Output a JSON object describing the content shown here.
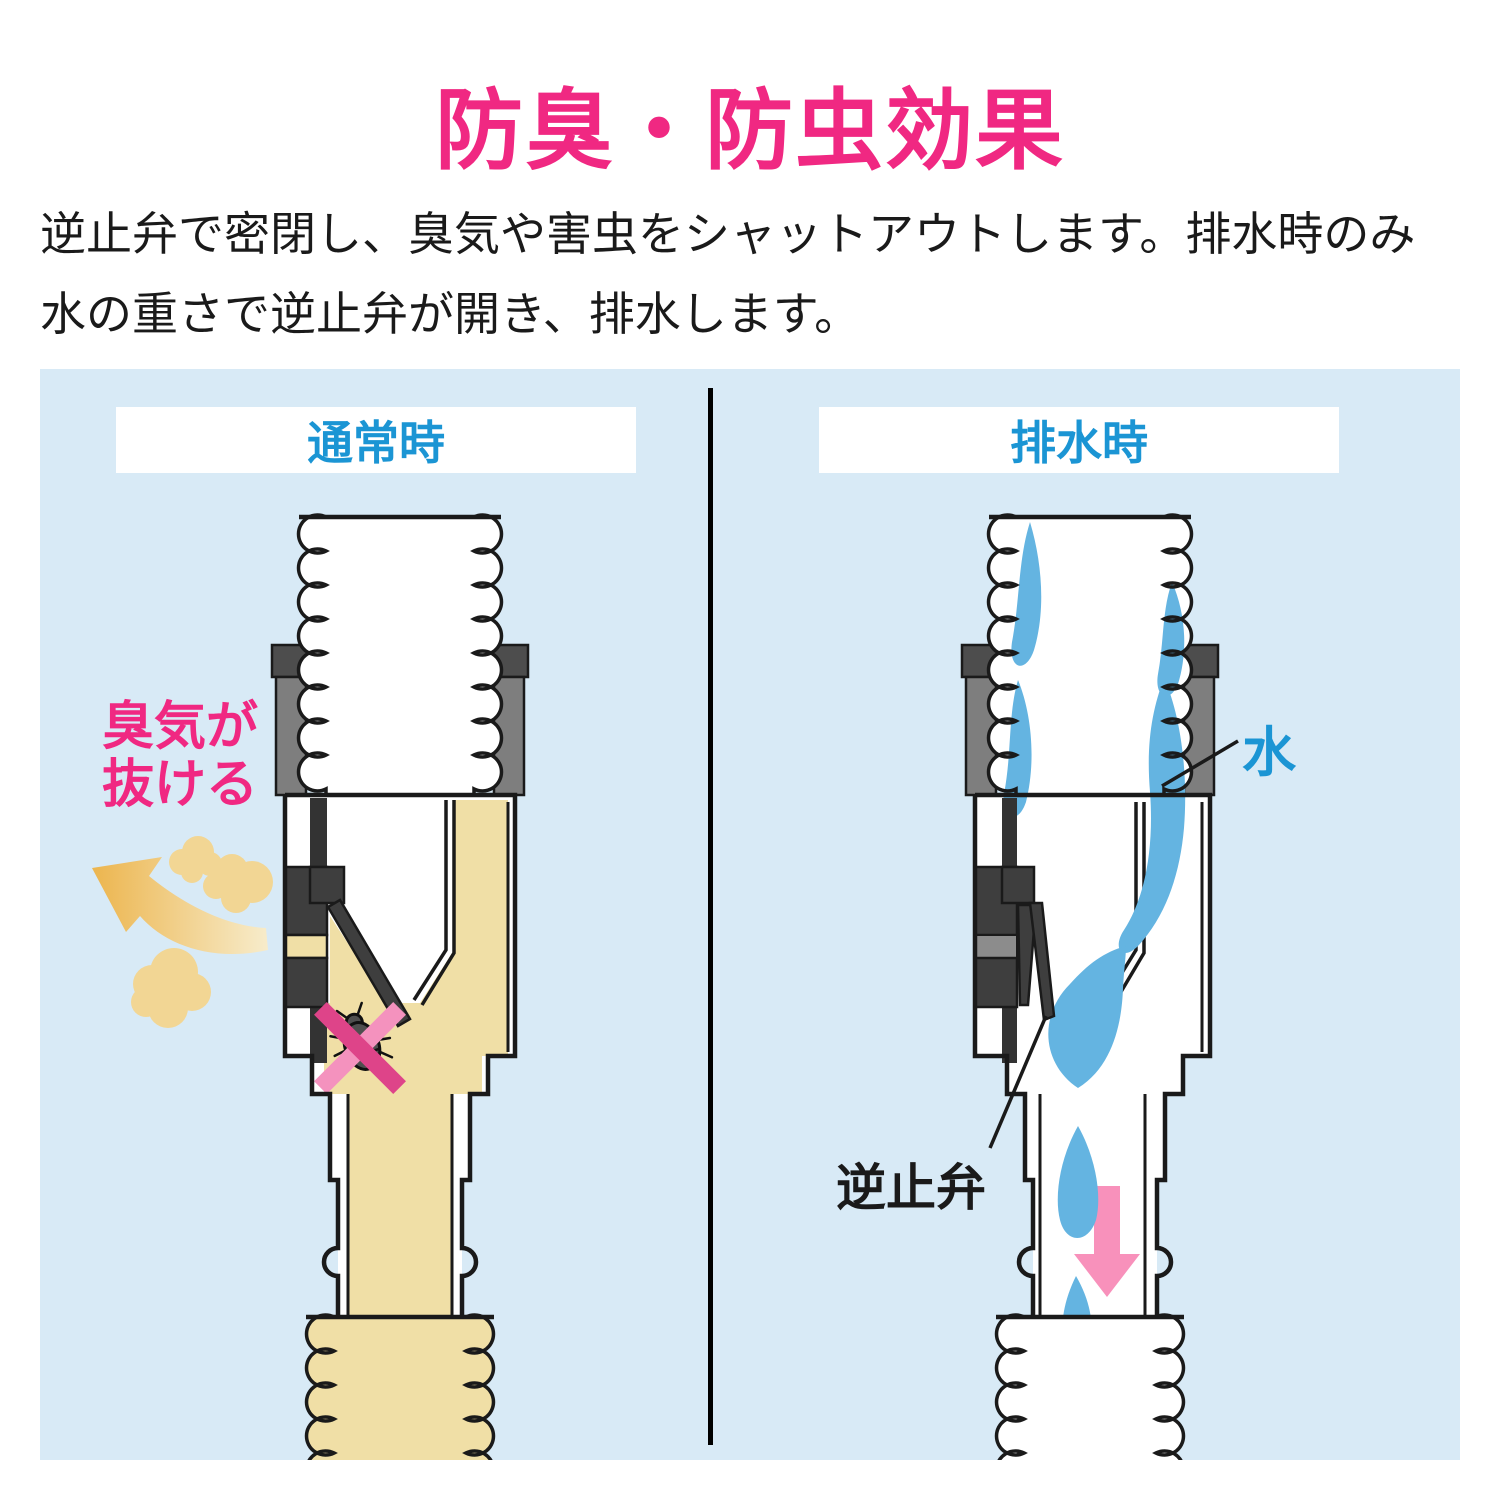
{
  "title": "防臭・防虫効果",
  "description": {
    "line1": "逆止弁で密閉し、臭気や害虫をシャットアウトします。排水時のみ",
    "line2": "水の重さで逆止弁が開き、排水します。"
  },
  "diagram": {
    "left": {
      "label": "通常時",
      "odor_note_line1": "臭気が",
      "odor_note_line2": "抜ける"
    },
    "right": {
      "label": "排水時",
      "water_label": "水",
      "valve_label": "逆止弁"
    }
  },
  "colors": {
    "accent_pink": "#F02882",
    "label_blue": "#1B95D4",
    "panel_bg": "#D8EAF6",
    "water_blue": "#64B4E1",
    "arrow_pink": "#F891BB",
    "odor_gold": "#ECB54E",
    "odor_gold_light": "#F7ECCB",
    "puff_tan": "#F2D694",
    "pipe_tan": "#F0DFA6",
    "valve_dark": "#3E3E3E",
    "metal_gray": "#7E7E7E",
    "ink": "#1A1A1A"
  }
}
